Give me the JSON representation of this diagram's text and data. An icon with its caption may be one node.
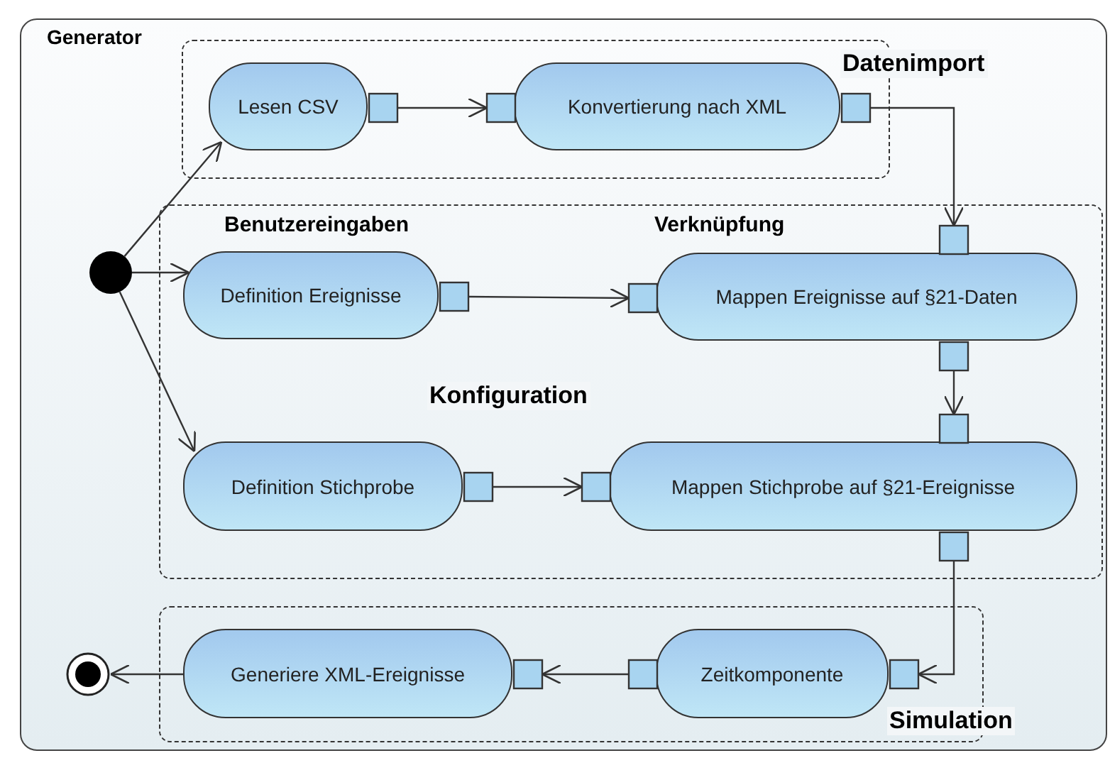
{
  "diagram": {
    "nodes": [
      {
        "text": [
          "Generator"
        ]
      },
      {
        "text": [],
        "shape": "circle",
        "in": 0
      },
      {
        "text": [
          "Datenimport"
        ],
        "in": 0
      },
      {
        "text": [
          "Lesen CSV"
        ],
        "in": 2
      },
      {
        "text": [
          "Konvertierung nach XML"
        ],
        "in": 2
      },
      {
        "text": [
          "Konfiguration"
        ],
        "in": 0
      },
      {
        "text": [
          "Definition Ereignisse"
        ],
        "in": 5
      },
      {
        "text": [
          "Mappen Ereignisse auf §21-Daten"
        ],
        "in": 5
      },
      {
        "text": [
          "Definition Stichprobe"
        ],
        "in": 5
      },
      {
        "text": [
          "Mappen Stichprobe auf §21-Ereignisse"
        ],
        "in": 5
      },
      {
        "text": [],
        "shape": "circle",
        "in": 0
      },
      {
        "text": [
          "Simulation"
        ],
        "in": 0
      },
      {
        "text": [
          "Generiere XML-Ereignisse"
        ],
        "in": 11
      },
      {
        "text": [
          "Zeitkomponente"
        ],
        "in": 11
      }
    ],
    "edges": [
      {
        "from": 1,
        "to": 3,
        "arrow": "to"
      },
      {
        "from": 1,
        "to": 6,
        "arrow": "to"
      },
      {
        "from": 1,
        "to": 8,
        "arrow": "to"
      },
      {
        "from": 3,
        "to": 4,
        "arrow": "to"
      },
      {
        "from": 4,
        "to": 7,
        "arrow": "to"
      },
      {
        "from": 6,
        "to": 7,
        "arrow": "to"
      },
      {
        "from": 7,
        "to": 9,
        "arrow": "to"
      },
      {
        "from": 8,
        "to": 9,
        "arrow": "to"
      },
      {
        "from": 9,
        "to": 13,
        "arrow": "to"
      },
      {
        "from": 13,
        "to": 12,
        "arrow": "to"
      },
      {
        "from": 12,
        "to": 10,
        "arrow": "to"
      }
    ],
    "labels": [
      "Benutzereingaben",
      "Verknüpfung"
    ]
  }
}
